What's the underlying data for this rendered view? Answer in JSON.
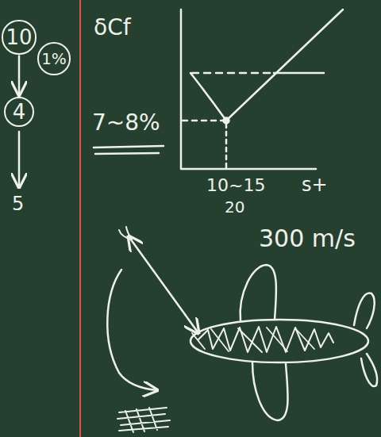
{
  "diagram": {
    "nodes": [
      {
        "text": [
          "10"
        ]
      },
      {
        "text": [
          "1%"
        ]
      },
      {
        "text": [
          "4"
        ]
      }
    ],
    "edges": [
      {
        "from": 0,
        "to": 2,
        "arrow": "to"
      }
    ],
    "labels": [
      "5",
      "δCf",
      "7~8%",
      "10~15",
      "20",
      "s+",
      "300 m/s"
    ]
  }
}
